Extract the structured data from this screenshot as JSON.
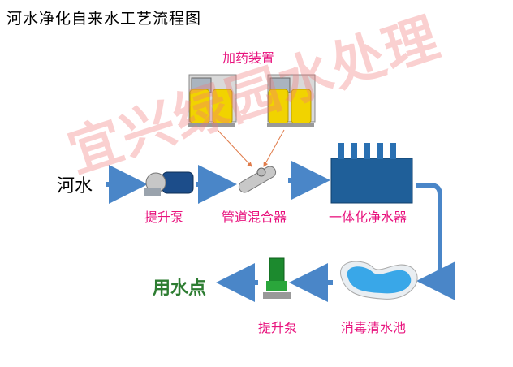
{
  "title": "河水净化自来水工艺流程图",
  "labels": {
    "dosing": "加药装置",
    "river": "河水",
    "pump1": "提升泵",
    "mixer": "管道混合器",
    "purifier": "一体化净水器",
    "pool": "消毒清水池",
    "pump2": "提升泵",
    "use_point": "用水点"
  },
  "watermark": "宜兴绿园水处理",
  "colors": {
    "arrow": "#4a86c8",
    "label": "#e8127d",
    "use_point": "#2e7d32",
    "tank": "#f1d300"
  }
}
